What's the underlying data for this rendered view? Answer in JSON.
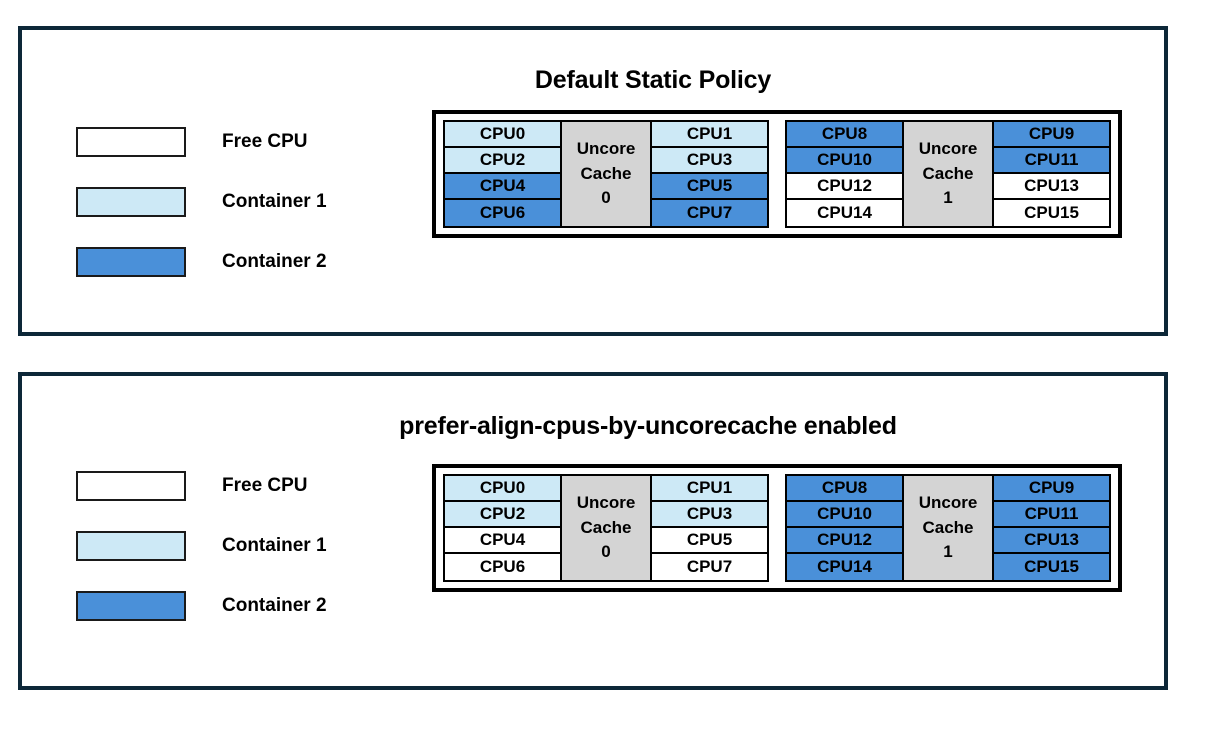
{
  "colors": {
    "free": "#ffffff",
    "container1": "#cde9f6",
    "container2": "#4a90d9",
    "cache": "#d4d4d4",
    "panel_border": "#0d2738",
    "cell_border": "#000000"
  },
  "panels": [
    {
      "id": "default-static-policy",
      "title": "Default Static Policy",
      "legend": [
        {
          "label": "Free CPU",
          "fill": "free"
        },
        {
          "label": "Container 1",
          "fill": "container1"
        },
        {
          "label": "Container 2",
          "fill": "container2"
        }
      ],
      "groups": [
        {
          "cache_label_line1": "Uncore",
          "cache_label_line2": "Cache",
          "cache_label_line3": "0",
          "left_column": [
            {
              "cpu": "CPU0",
              "fill": "container1"
            },
            {
              "cpu": "CPU2",
              "fill": "container1"
            },
            {
              "cpu": "CPU4",
              "fill": "container2"
            },
            {
              "cpu": "CPU6",
              "fill": "container2"
            }
          ],
          "right_column": [
            {
              "cpu": "CPU1",
              "fill": "container1"
            },
            {
              "cpu": "CPU3",
              "fill": "container1"
            },
            {
              "cpu": "CPU5",
              "fill": "container2"
            },
            {
              "cpu": "CPU7",
              "fill": "container2"
            }
          ]
        },
        {
          "cache_label_line1": "Uncore",
          "cache_label_line2": "Cache",
          "cache_label_line3": "1",
          "left_column": [
            {
              "cpu": "CPU8",
              "fill": "container2"
            },
            {
              "cpu": "CPU10",
              "fill": "container2"
            },
            {
              "cpu": "CPU12",
              "fill": "free"
            },
            {
              "cpu": "CPU14",
              "fill": "free"
            }
          ],
          "right_column": [
            {
              "cpu": "CPU9",
              "fill": "container2"
            },
            {
              "cpu": "CPU11",
              "fill": "container2"
            },
            {
              "cpu": "CPU13",
              "fill": "free"
            },
            {
              "cpu": "CPU15",
              "fill": "free"
            }
          ]
        }
      ]
    },
    {
      "id": "prefer-align-cpus-by-uncorecache-enabled",
      "title": "prefer-align-cpus-by-uncorecache enabled",
      "legend": [
        {
          "label": "Free CPU",
          "fill": "free"
        },
        {
          "label": "Container 1",
          "fill": "container1"
        },
        {
          "label": "Container 2",
          "fill": "container2"
        }
      ],
      "groups": [
        {
          "cache_label_line1": "Uncore",
          "cache_label_line2": "Cache",
          "cache_label_line3": "0",
          "left_column": [
            {
              "cpu": "CPU0",
              "fill": "container1"
            },
            {
              "cpu": "CPU2",
              "fill": "container1"
            },
            {
              "cpu": "CPU4",
              "fill": "free"
            },
            {
              "cpu": "CPU6",
              "fill": "free"
            }
          ],
          "right_column": [
            {
              "cpu": "CPU1",
              "fill": "container1"
            },
            {
              "cpu": "CPU3",
              "fill": "container1"
            },
            {
              "cpu": "CPU5",
              "fill": "free"
            },
            {
              "cpu": "CPU7",
              "fill": "free"
            }
          ]
        },
        {
          "cache_label_line1": "Uncore",
          "cache_label_line2": "Cache",
          "cache_label_line3": "1",
          "left_column": [
            {
              "cpu": "CPU8",
              "fill": "container2"
            },
            {
              "cpu": "CPU10",
              "fill": "container2"
            },
            {
              "cpu": "CPU12",
              "fill": "container2"
            },
            {
              "cpu": "CPU14",
              "fill": "container2"
            }
          ],
          "right_column": [
            {
              "cpu": "CPU9",
              "fill": "container2"
            },
            {
              "cpu": "CPU11",
              "fill": "container2"
            },
            {
              "cpu": "CPU13",
              "fill": "container2"
            },
            {
              "cpu": "CPU15",
              "fill": "container2"
            }
          ]
        }
      ]
    }
  ]
}
